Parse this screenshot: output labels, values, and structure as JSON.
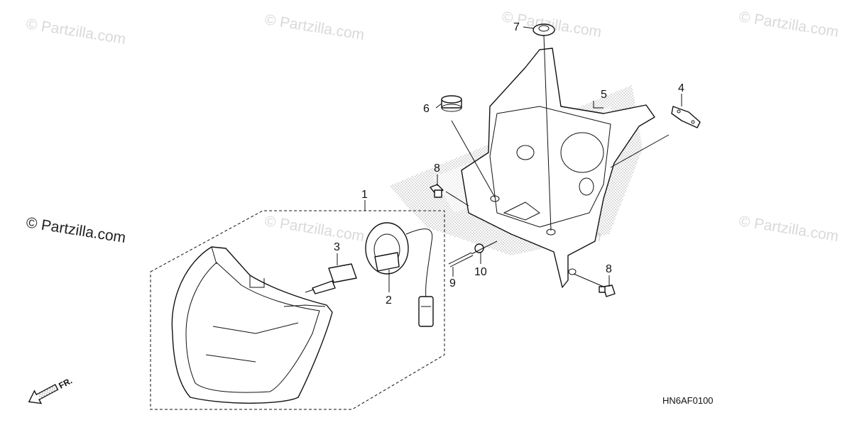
{
  "watermark": {
    "text": "Partzilla.com",
    "copyright_symbol": "©"
  },
  "diagram_code": "HN6AF0100",
  "front_indicator": "FR.",
  "callouts": {
    "c1": "1",
    "c2": "2",
    "c3": "3",
    "c4": "4",
    "c5": "5",
    "c6": "6",
    "c7": "7",
    "c8a": "8",
    "c8b": "8",
    "c9": "9",
    "c10": "10"
  }
}
